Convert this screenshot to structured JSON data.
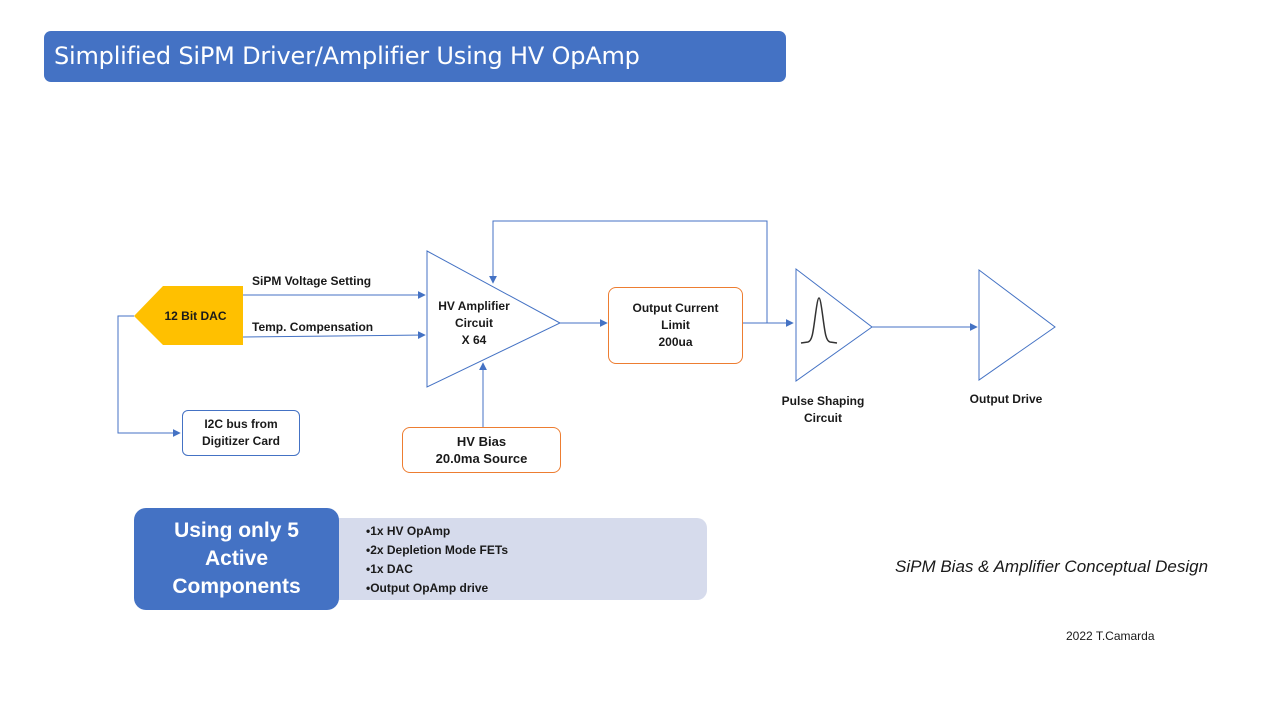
{
  "title": "Simplified SiPM Driver/Amplifier Using HV OpAmp",
  "dac": {
    "label": "12 Bit DAC",
    "color": "#ffc000"
  },
  "signals": {
    "sipm_voltage": "SiPM Voltage Setting",
    "temp_comp": "Temp. Compensation"
  },
  "i2c": {
    "line1": "I2C bus from",
    "line2": "Digitizer Card"
  },
  "hv_amplifier": {
    "line1": "HV Amplifier",
    "line2": "Circuit",
    "line3": "X 64"
  },
  "hv_bias": {
    "line1": "HV Bias",
    "line2": "20.0ma Source"
  },
  "current_limit": {
    "line1": "Output Current",
    "line2": "Limit",
    "line3": "200ua"
  },
  "pulse_shaping": {
    "line1": "Pulse Shaping",
    "line2": "Circuit"
  },
  "output_drive": {
    "label": "Output Drive"
  },
  "summary": {
    "heading_line1": "Using only 5",
    "heading_line2": "Active",
    "heading_line3": "Components",
    "items": [
      "1x HV OpAmp",
      "2x Depletion Mode FETs",
      "1x DAC",
      "Output OpAmp drive"
    ]
  },
  "caption": "SiPM Bias & Amplifier Conceptual Design",
  "author": "2022 T.Camarda",
  "colors": {
    "accent": "#4472c4",
    "orange": "#ed7d31",
    "panel": "#d6dbec"
  }
}
